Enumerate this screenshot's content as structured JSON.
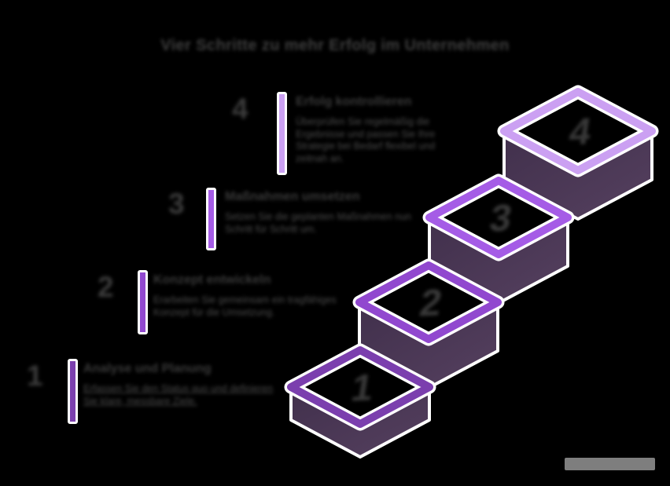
{
  "title": "Vier Schritte zu mehr Erfolg im Unternehmen",
  "items": [
    {
      "number": "4",
      "heading": "Erfolg kontrollieren",
      "body": "Überprüfen Sie regelmäßig die Ergebnisse und passen Sie Ihre Strategie bei Bedarf flexibel und zeitnah an.",
      "color": "#cba0f2"
    },
    {
      "number": "3",
      "heading": "Maßnahmen umsetzen",
      "body": "Setzen Sie die geplanten Maßnahmen nun Schritt für Schritt um.",
      "color": "#a55ce6"
    },
    {
      "number": "2",
      "heading": "Konzept entwickeln",
      "body": "Erarbeiten Sie gemeinsam ein tragfähiges Konzept für die Umsetzung.",
      "color": "#9148cf"
    },
    {
      "number": "1",
      "heading": "Analyse und Planung",
      "body": "Erfassen Sie den Status quo und definieren Sie klare, messbare Ziele.",
      "color": "#7b3fae"
    }
  ],
  "staircase": {
    "numbers": [
      "1",
      "2",
      "3",
      "4"
    ],
    "frame_colors": [
      "#7b3fae",
      "#9148cf",
      "#a55ce6",
      "#cba0f2"
    ],
    "side_gradient_dark": "#41304c",
    "side_gradient_light": "#55405f",
    "outline_color": "#ffffff",
    "number_color": "#383838"
  },
  "colors": {
    "background": "#000000",
    "title_text": "#3f3f3f",
    "heading_text": "#393939",
    "body_text": "#4a4a4a",
    "footer_bar": "#7e7e7e"
  }
}
